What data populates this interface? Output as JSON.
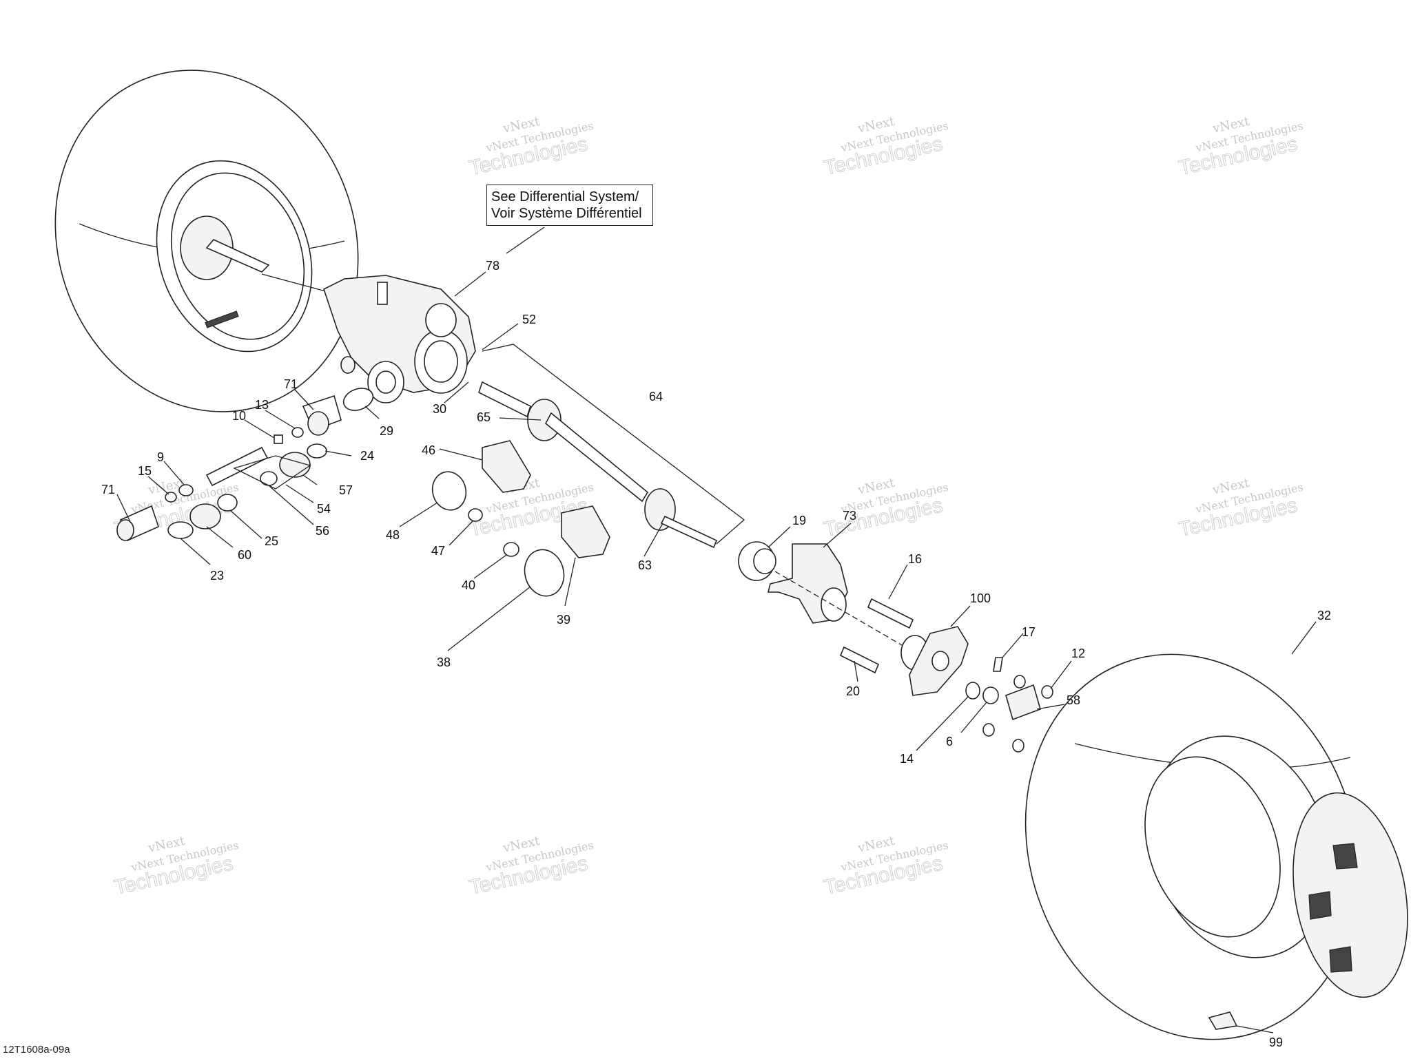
{
  "callout": {
    "line1": "See Differential System/",
    "line2": "Voir Système Différentiel"
  },
  "drawing_code": "12T1608a-09a",
  "watermark": {
    "line1": "vNext",
    "line2": "vNext Technologies",
    "line3": "Technologies"
  },
  "labels": {
    "l78": "78",
    "l52": "52",
    "l64": "64",
    "l65": "65",
    "l30": "30",
    "l29": "29",
    "l71a": "71",
    "l13": "13",
    "l10": "10",
    "l24": "24",
    "l9": "9",
    "l15": "15",
    "l71b": "71",
    "l57": "57",
    "l54": "54",
    "l56": "56",
    "l25": "25",
    "l60": "60",
    "l23": "23",
    "l46": "46",
    "l48": "48",
    "l47": "47",
    "l40": "40",
    "l39": "39",
    "l38": "38",
    "l63": "63",
    "l19": "19",
    "l73": "73",
    "l16": "16",
    "l100": "100",
    "l17": "17",
    "l20": "20",
    "l12": "12",
    "l58": "58",
    "l14": "14",
    "l6": "6",
    "l32": "32",
    "l99": "99"
  }
}
